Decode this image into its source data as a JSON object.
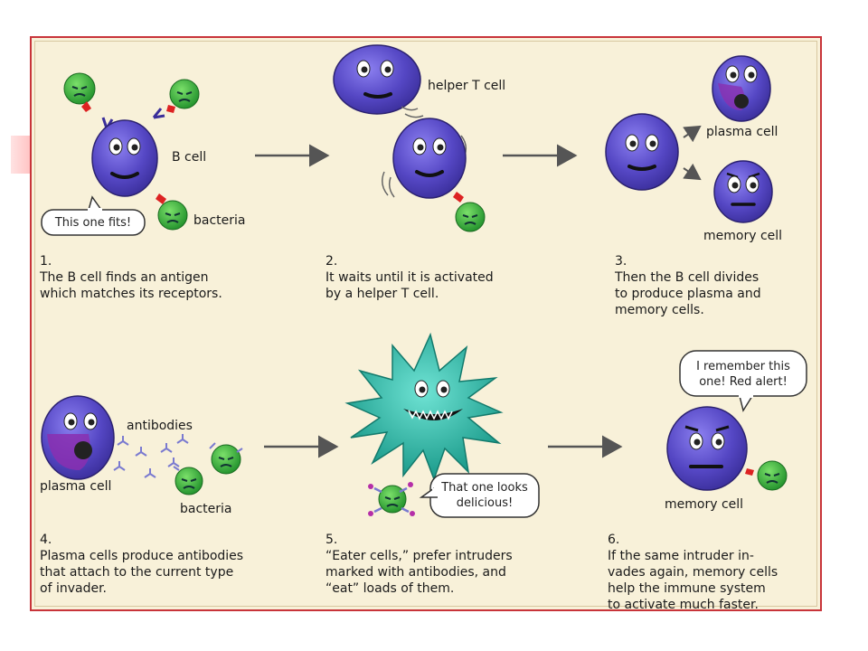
{
  "labels": {
    "b_cell": "B cell",
    "bacteria_1": "bacteria",
    "helper_t_cell": "helper T cell",
    "plasma_cell_1": "plasma cell",
    "memory_cell_1": "memory cell",
    "antibodies": "antibodies",
    "plasma_cell_2": "plasma cell",
    "bacteria_2": "bacteria",
    "memory_cell_2": "memory cell"
  },
  "bubbles": {
    "fits": "This one fits!",
    "delicious": [
      "That one looks",
      "delicious!"
    ],
    "remember": [
      "I remember this",
      "one! Red alert!"
    ]
  },
  "steps": [
    {
      "number": "1.",
      "lines": [
        "The B cell finds an antigen",
        "which matches its receptors."
      ]
    },
    {
      "number": "2.",
      "lines": [
        "It waits until it is activated",
        "by a helper T cell."
      ]
    },
    {
      "number": "3.",
      "lines": [
        "Then the B cell divides",
        "to produce plasma and",
        "memory cells."
      ]
    },
    {
      "number": "4.",
      "lines": [
        "Plasma cells produce antibodies",
        "that attach to the current type",
        "of invader."
      ]
    },
    {
      "number": "5.",
      "lines": [
        "“Eater cells,” prefer intruders",
        "marked with antibodies, and",
        "“eat” loads of them."
      ]
    },
    {
      "number": "6.",
      "lines": [
        "If the same intruder in-",
        "vades again, memory cells",
        "help the immune system",
        "to activate much faster."
      ]
    }
  ],
  "colors": {
    "frame_border": "#c8343a",
    "panel_bg": "#f8f1d9",
    "cell_purple": "#5a4bc9",
    "bacteria_green": "#3fbf3f",
    "eater_teal": "#2fb8a8",
    "arrow": "#555555"
  }
}
